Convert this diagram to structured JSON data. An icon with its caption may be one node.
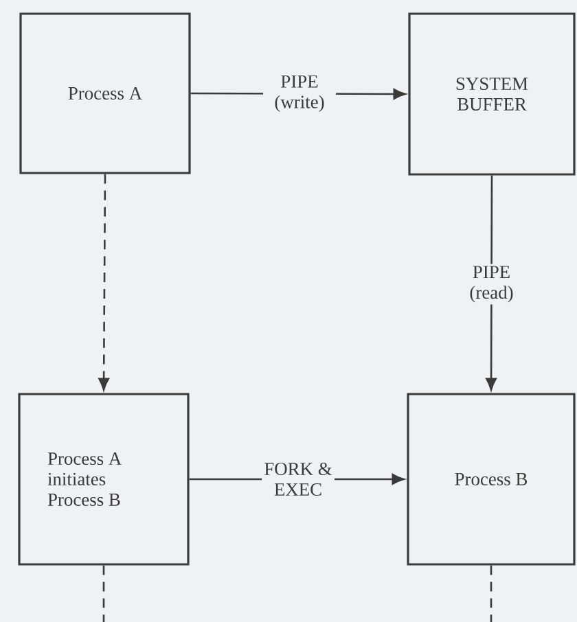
{
  "diagram": {
    "nodes": [
      {
        "text": [
          "Process A"
        ]
      },
      {
        "text": [
          "SYSTEM BUFFER"
        ]
      },
      {
        "text": [
          "Process A initiates Process B"
        ]
      },
      {
        "text": [
          "Process B"
        ]
      }
    ],
    "edges": [
      {
        "from": 0,
        "to": 1,
        "arrow": "to",
        "label": "PIPE (write)"
      },
      {
        "from": 1,
        "to": 3,
        "arrow": "to",
        "label": "PIPE (read)"
      },
      {
        "from": 0,
        "to": 2,
        "arrow": "to",
        "style": "dashed"
      },
      {
        "from": 2,
        "to": 3,
        "arrow": "to",
        "label": "FORK & EXEC"
      },
      {
        "from": 2,
        "to": null,
        "arrow": "none",
        "style": "dashed"
      },
      {
        "from": 3,
        "to": null,
        "arrow": "none",
        "style": "dashed"
      }
    ]
  }
}
